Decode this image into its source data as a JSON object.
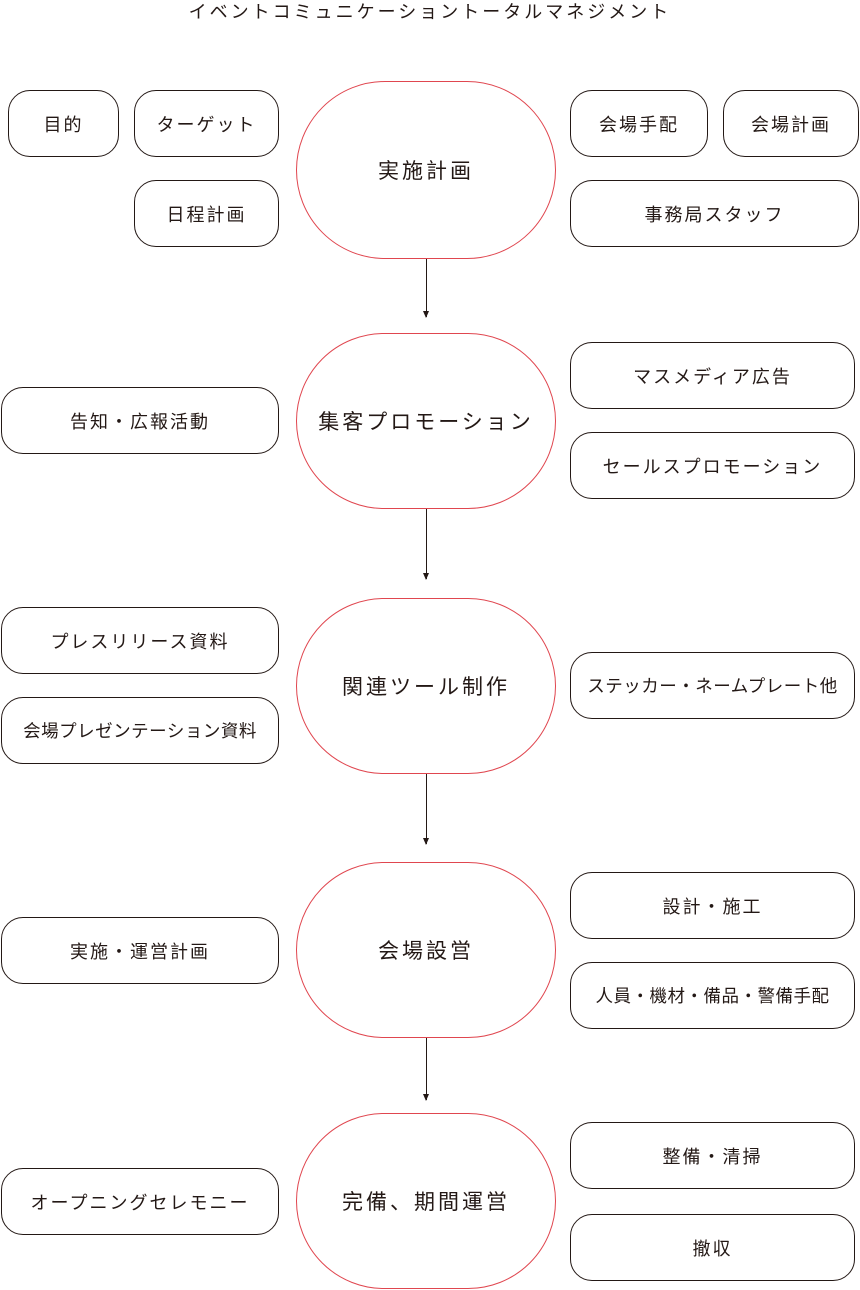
{
  "title": "イベントコミュニケーショントータルマネジメント",
  "stages": [
    {
      "label": "実施計画",
      "left": [
        "目的",
        "ターゲット",
        "日程計画"
      ],
      "right": [
        "会場手配",
        "会場計画",
        "事務局スタッフ"
      ]
    },
    {
      "label": "集客プロモーション",
      "left": [
        "告知・広報活動"
      ],
      "right": [
        "マスメディア広告",
        "セールスプロモーション"
      ]
    },
    {
      "label": "関連ツール制作",
      "left": [
        "プレスリリース資料",
        "会場プレゼンテーション資料"
      ],
      "right": [
        "ステッカー・ネームプレート他"
      ]
    },
    {
      "label": "会場設営",
      "left": [
        "実施・運営計画"
      ],
      "right": [
        "設計・施工",
        "人員・機材・備品・警備手配"
      ]
    },
    {
      "label": "完備、期間運営",
      "left": [
        "オープニングセレモニー"
      ],
      "right": [
        "整備・清掃",
        "撤収"
      ]
    }
  ]
}
